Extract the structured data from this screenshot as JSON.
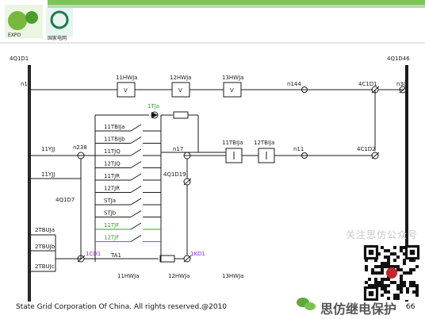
{
  "header": {
    "logo_text": "EXPO",
    "brand_text": "国家电网"
  },
  "terminals": {
    "top_left": "4Q1D1",
    "top_right": "4Q1D46",
    "n1": "n1",
    "n30": "n30",
    "n144": "n144",
    "n4c1d1": "4C1D1",
    "n4c1d2": "4C1D2",
    "n11": "n11",
    "n17": "n17",
    "n238": "n238",
    "q1d19": "4Q1D19",
    "q1d7": "4Q1D7",
    "kd1": "1KD1",
    "cd1": "1CD1"
  },
  "relays_top": [
    "11HWJa",
    "12HWJa",
    "13HWJa"
  ],
  "relays_mid": [
    "11TBIJa",
    "12TBIJa"
  ],
  "twj_label": "1TJa",
  "contacts": [
    "11TBIJa",
    "11TBIJb",
    "11TJQ",
    "12TJQ",
    "11TJR",
    "12TJR",
    "STJa",
    "STJb",
    "11TJF",
    "12TJF"
  ],
  "left_labels": [
    "11YJJ",
    "11YJJ",
    "2TBUJa",
    "2TBUJb",
    "2TBUJc"
  ],
  "ta_label": "TA1",
  "bottom_labels": [
    "11HWJa",
    "12HWJa",
    "13HWJa"
  ],
  "watermark_top": "关注思仿公众号",
  "watermark_bottom": "思仿继电保护",
  "footer": "State Grid Corporation Of China. All rights reserved.@2010",
  "page_number": "66",
  "colors": {
    "green": "#2f9e2f",
    "purple": "#8a2be2",
    "line": "#1a1a1a"
  }
}
